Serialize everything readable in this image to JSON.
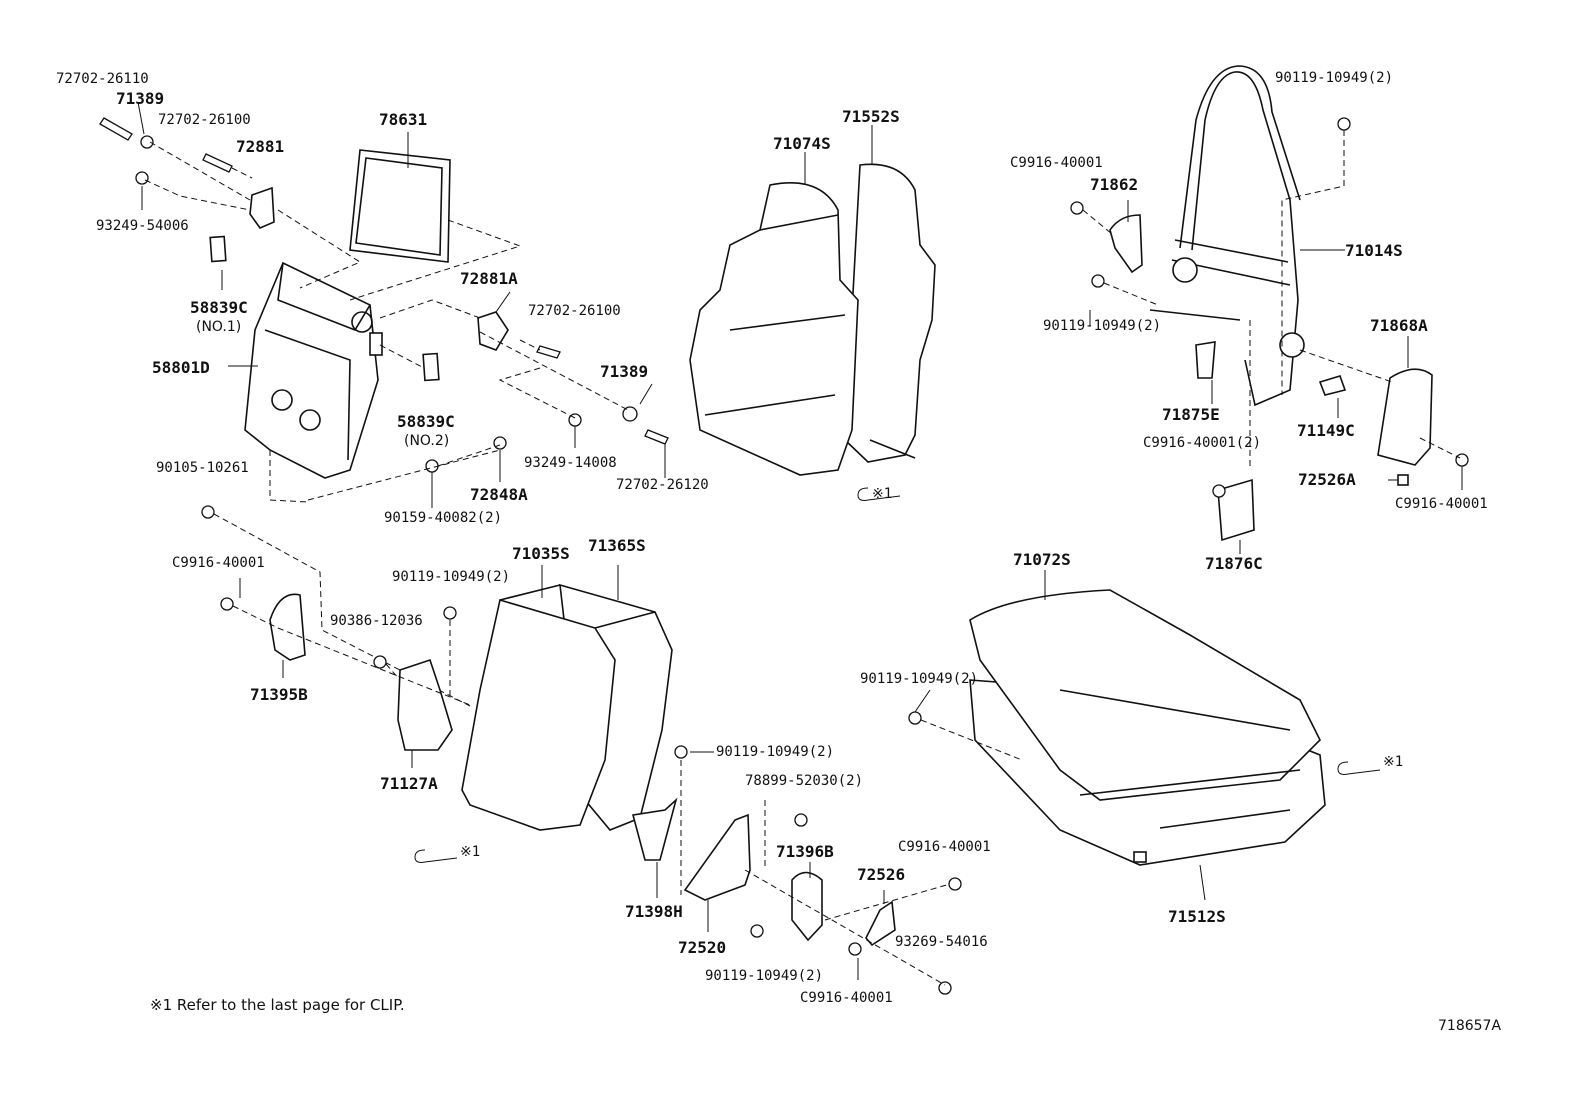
{
  "diagram_id": "718657A",
  "footnote": "※1 Refer to the last page for CLIP.",
  "clip_ref": "※1",
  "labels": {
    "p72702_26110": "72702-26110",
    "p71389_a": "71389",
    "p72702_26100_a": "72702-26100",
    "p72881": "72881",
    "p93249_54006": "93249-54006",
    "p78631": "78631",
    "p58839c_1": "58839C",
    "p58839c_1_sub": "(NO.1)",
    "p58801d": "58801D",
    "p72881a": "72881A",
    "p72702_26100_b": "72702-26100",
    "p71389_b": "71389",
    "p58839c_2": "58839C",
    "p58839c_2_sub": "(NO.2)",
    "p93249_14008": "93249-14008",
    "p72702_26120": "72702-26120",
    "p72848a": "72848A",
    "p90159_40082": "90159-40082(2)",
    "p90105_10261": "90105-10261",
    "p71074s": "71074S",
    "p71552s": "71552S",
    "p90119_10949_top": "90119-10949(2)",
    "p c9916_a": "C9916-40001",
    "p71862": "71862",
    "p71014s": "71014S",
    "p90119_10949_mid": "90119-10949(2)",
    "p71868a": "71868A",
    "p71875e": "71875E",
    "p71149c": "71149C",
    "p c9916_b": "C9916-40001(2)",
    "p72526a": "72526A",
    "p c9916_c": "C9916-40001",
    "p71876c": "71876C",
    "p c9916_d": "C9916-40001",
    "p71035s": "71035S",
    "p71365s": "71365S",
    "p90119_10949_l": "90119-10949(2)",
    "p90386_12036": "90386-12036",
    "p71395b": "71395B",
    "p71127a": "71127A",
    "p71072s": "71072S",
    "p90119_10949_r": "90119-10949(2)",
    "p90119_10949_c": "90119-10949(2)",
    "p78899_52030": "78899-52030(2)",
    "p71396b": "71396B",
    "p c9916_e": "C9916-40001",
    "p72526": "72526",
    "p93269_54016": "93269-54016",
    "p71398h": "71398H",
    "p72520": "72520",
    "p90119_10949_b": "90119-10949(2)",
    "p c9916_f": "C9916-40001",
    "p71512s": "71512S"
  }
}
